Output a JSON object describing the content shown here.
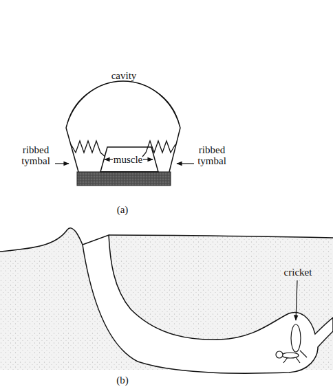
{
  "diagram": {
    "labels": [
      "cavity",
      "ribbed tymbal",
      "muscle",
      "ribbed tymbal",
      "(a)",
      "cricket",
      "(b)"
    ]
  }
}
